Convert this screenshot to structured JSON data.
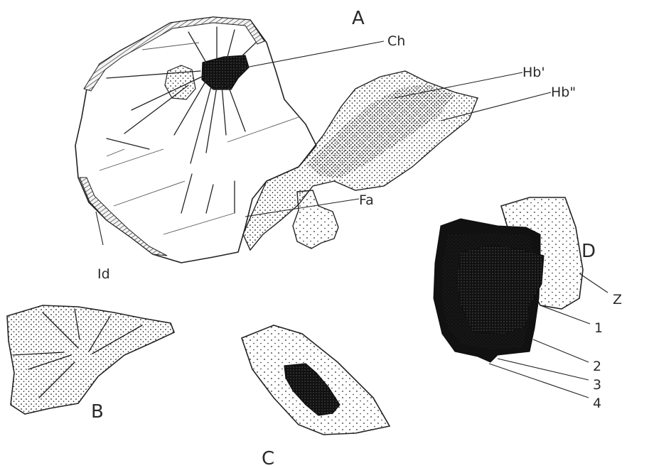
{
  "panels": {
    "a": "A",
    "b": "B",
    "c": "C",
    "d": "D"
  },
  "labels": {
    "ch": "Ch",
    "hb1": "Hb'",
    "hb2": "Hb\"",
    "fa": "Fa",
    "id": "Id",
    "z": "Z",
    "zone1": "1",
    "zone2": "2",
    "zone3": "3",
    "zone4": "4"
  }
}
